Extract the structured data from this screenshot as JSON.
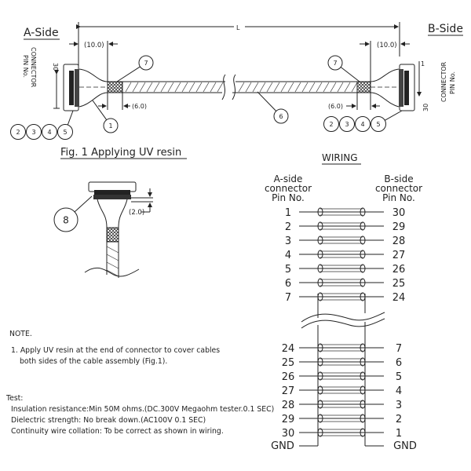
{
  "labels": {
    "a_side": "A-Side",
    "b_side": "B-Side",
    "length": "L",
    "dim_10_left": "(10.0)",
    "dim_10_right": "(10.0)",
    "dim_6_left": "(6.0)",
    "dim_6_right": "(6.0)",
    "dim_2": "(2.0)",
    "connector_pin_line1": "CONNECTOR",
    "connector_pin_line2": "PIN No.",
    "pin_30": "30",
    "pin_1": "1",
    "fig_caption": "Fig. 1  Applying UV resin",
    "wiring_title": "WIRING"
  },
  "balloons": {
    "left_parts": [
      "2",
      "3",
      "4",
      "5"
    ],
    "right_parts": [
      "2",
      "3",
      "4",
      "5"
    ],
    "sleeve_left": "7",
    "sleeve_right": "7",
    "connector": "1",
    "cable": "6",
    "resin": "8"
  },
  "wiring": {
    "a_header": [
      "A-side",
      "connector",
      "Pin No."
    ],
    "b_header": [
      "B-side",
      "connector",
      "Pin No."
    ],
    "top_rows": [
      [
        "1",
        "30"
      ],
      [
        "2",
        "29"
      ],
      [
        "3",
        "28"
      ],
      [
        "4",
        "27"
      ],
      [
        "5",
        "26"
      ],
      [
        "6",
        "25"
      ],
      [
        "7",
        "24"
      ]
    ],
    "bottom_rows": [
      [
        "24",
        "7"
      ],
      [
        "25",
        "6"
      ],
      [
        "26",
        "5"
      ],
      [
        "27",
        "4"
      ],
      [
        "28",
        "3"
      ],
      [
        "29",
        "2"
      ],
      [
        "30",
        "1"
      ]
    ],
    "gnd_left": "GND",
    "gnd_right": "GND"
  },
  "note": {
    "title": "NOTE.",
    "line1": "1. Apply UV resin at the end of connector to cover cables",
    "line2": "both sides of the cable assembly (Fig.1)."
  },
  "test": {
    "title": "Test:",
    "lines": [
      "Insulation resistance:Min 50M ohms.(DC.300V Megaohm tester.0.1 SEC)",
      "Dielectric strength: No break down.(AC100V 0.1 SEC)",
      "Continuity wire collation: To be correct as shown in wiring."
    ]
  }
}
